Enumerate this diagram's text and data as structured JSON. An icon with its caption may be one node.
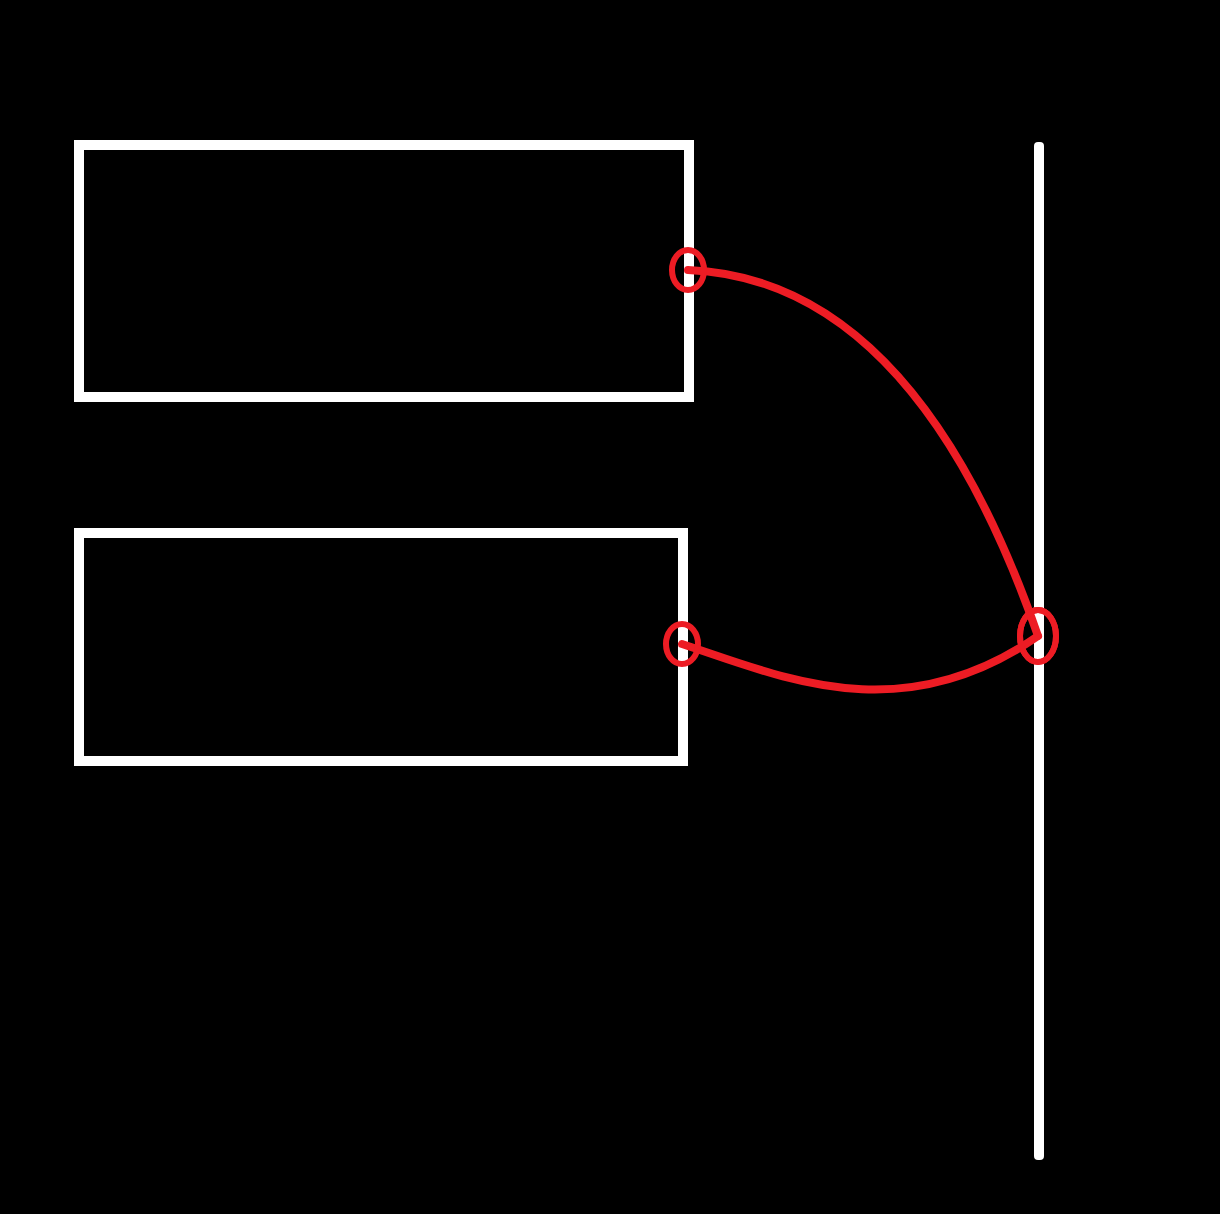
{
  "diagram": {
    "nodes": [
      {
        "text": [],
        "shape": "box"
      },
      {
        "text": [],
        "shape": "box"
      },
      {
        "text": [],
        "shape": "bar"
      }
    ],
    "edges": [
      {
        "from": 0,
        "to": 2,
        "arrow": "other",
        "color": "#ed1c24"
      },
      {
        "from": 1,
        "to": 2,
        "arrow": "other",
        "color": "#ed1c24"
      }
    ]
  }
}
